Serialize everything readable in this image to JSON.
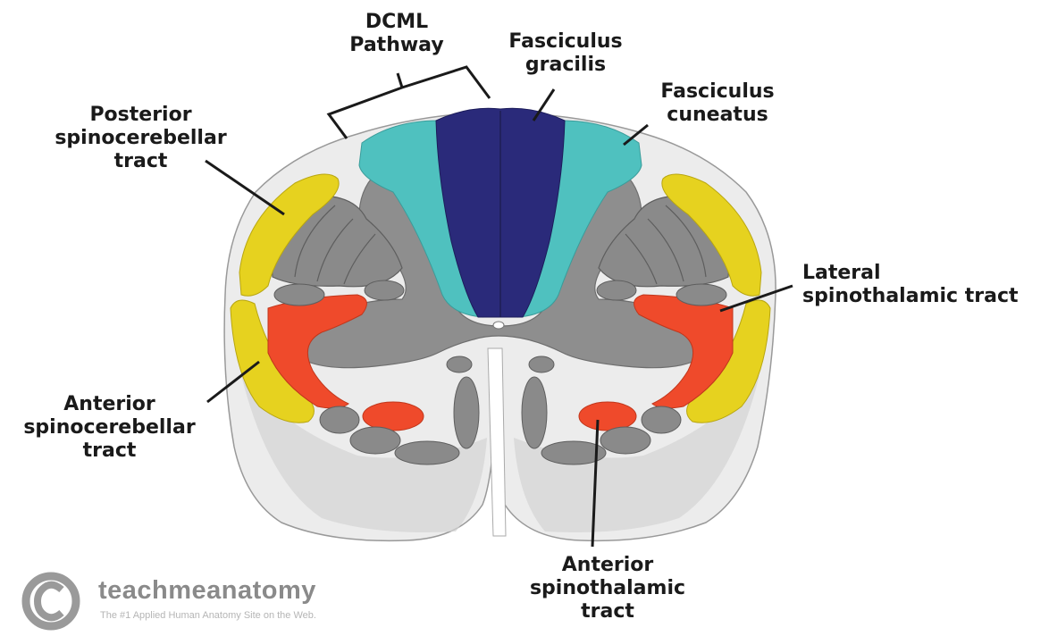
{
  "colors": {
    "fasciculus_gracilis": "#2a2a7a",
    "fasciculus_cuneatus": "#4fc1bf",
    "spinocerebellar": "#e6d21f",
    "spinothalamic": "#ef4a2b",
    "grey_matter": "#8a8a8a",
    "white_matter": "#dcdcdc"
  },
  "labels": {
    "dcml": [
      "DCML",
      "Pathway"
    ],
    "gracilis": [
      "Fasciculus",
      "gracilis"
    ],
    "cuneatus": [
      "Fasciculus",
      "cuneatus"
    ],
    "posterior_spinocerebellar": [
      "Posterior",
      "spinocerebellar",
      "tract"
    ],
    "lateral_spinothalamic": [
      "Lateral",
      "spinothalamic tract"
    ],
    "anterior_spinocerebellar": [
      "Anterior",
      "spinocerebellar",
      "tract"
    ],
    "anterior_spinothalamic": [
      "Anterior",
      "spinothalamic",
      "tract"
    ]
  },
  "watermark": {
    "brand": "teachmeanatomy",
    "tagline": "The #1 Applied Human Anatomy Site on the Web.",
    "icon": "copyright-icon"
  }
}
